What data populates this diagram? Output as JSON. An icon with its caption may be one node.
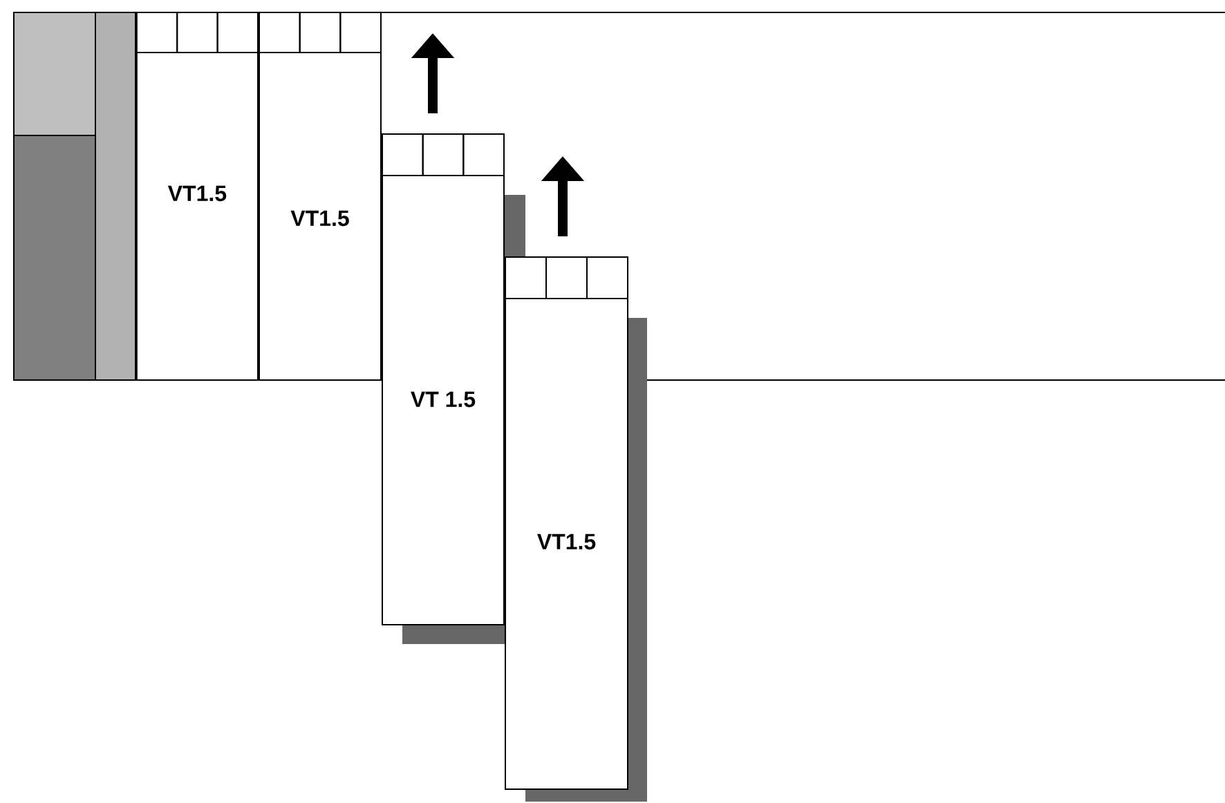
{
  "diagram": {
    "nodes": [
      {
        "text": [
          "VT1.5"
        ]
      },
      {
        "text": [
          "VT1.5"
        ]
      },
      {
        "text": [
          "VT 1.5"
        ]
      },
      {
        "text": [
          "VT1.5"
        ]
      }
    ]
  }
}
